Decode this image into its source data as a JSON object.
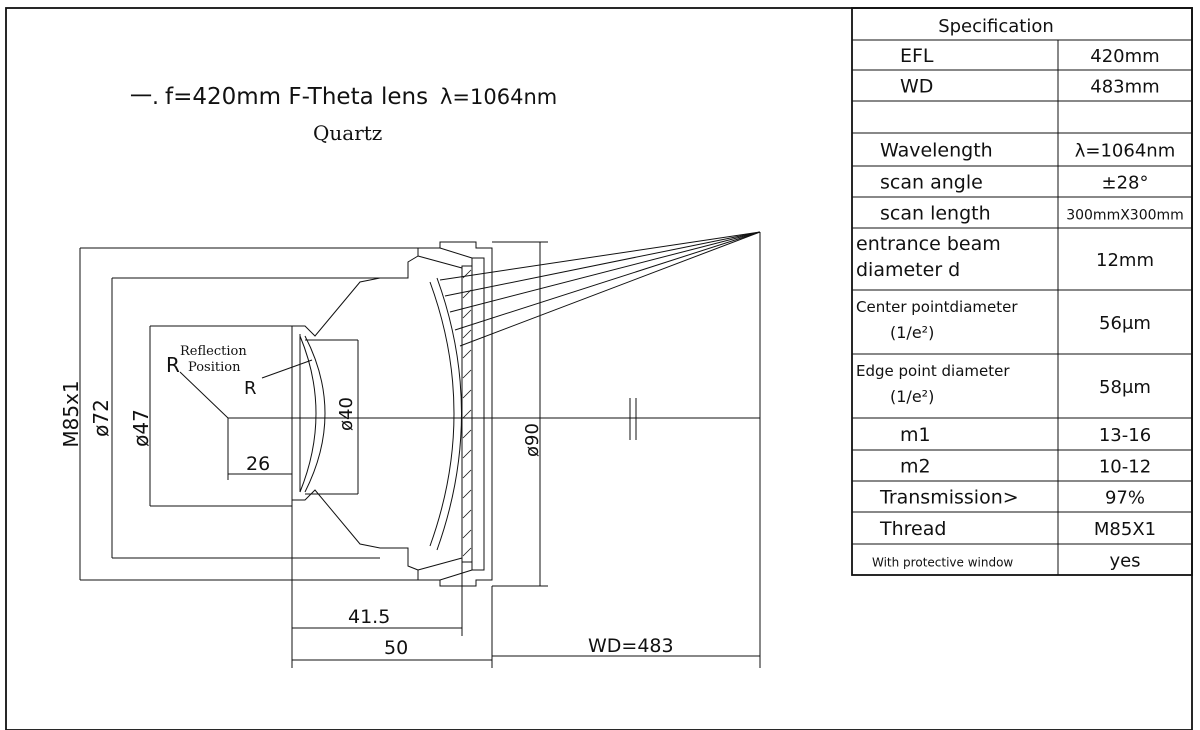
{
  "title": {
    "prefix": "一.",
    "main": "f=420mm F-Theta lens",
    "wavelength": "λ=1064nm",
    "material": "Quartz"
  },
  "dimensions": {
    "thread": "M85x1",
    "d72": "ø72",
    "d47": "ø47",
    "d40": "ø40",
    "d90": "ø90",
    "len26": "26",
    "len41_5": "41.5",
    "len50": "50",
    "wd": "WD=483",
    "r_label_left": "R",
    "r_label_inner": "R",
    "reflection": "Reflection",
    "position": "Position"
  },
  "spec": {
    "header": "Specification",
    "rows": [
      {
        "label": "EFL",
        "value": "420mm"
      },
      {
        "label": "WD",
        "value": "483mm"
      },
      {
        "label": "",
        "value": ""
      },
      {
        "label": "Wavelength",
        "value": "λ=1064nm"
      },
      {
        "label": "scan angle",
        "value": "±28°"
      },
      {
        "label": "scan length",
        "value": "300mmX300mm"
      },
      {
        "label": "entrance beam",
        "label2": "diameter d",
        "value": "12mm"
      },
      {
        "label": "Center pointdiameter",
        "label2": "(1/e²)",
        "value": "56μm"
      },
      {
        "label": "Edge point diameter",
        "label2": "(1/e²)",
        "value": "58μm"
      },
      {
        "label": "m1",
        "value": "13-16"
      },
      {
        "label": "m2",
        "value": "10-12"
      },
      {
        "label": "Transmission>",
        "value": "97%"
      },
      {
        "label": "Thread",
        "value": "M85X1"
      },
      {
        "label": "With protective window",
        "value": "yes"
      }
    ]
  }
}
